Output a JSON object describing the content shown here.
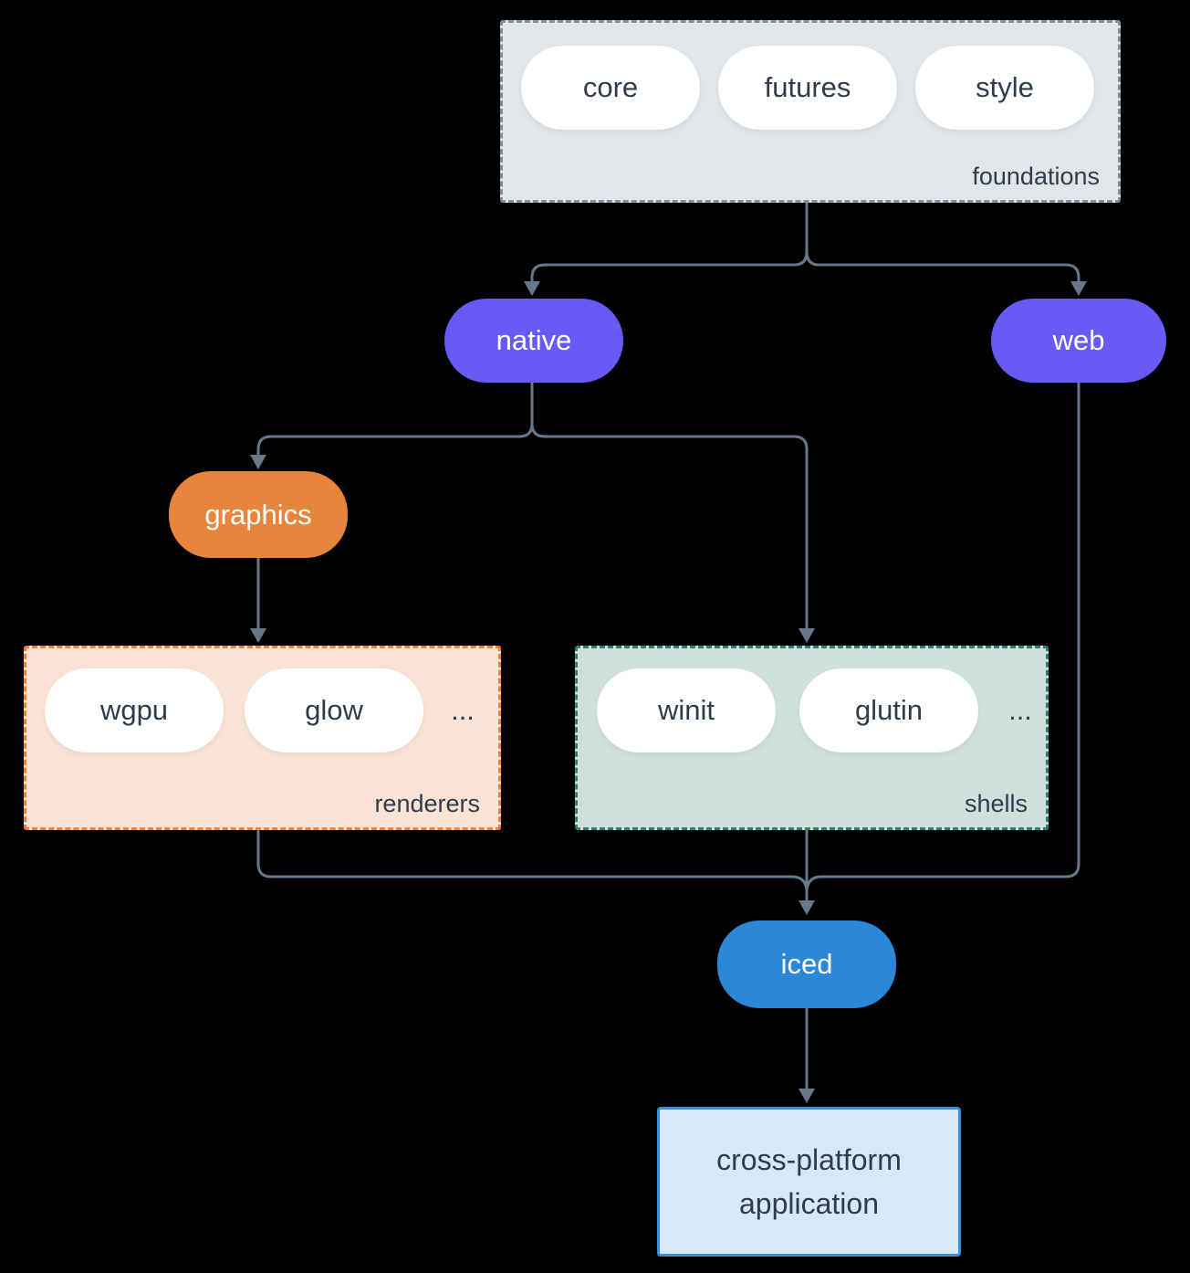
{
  "groups": {
    "foundations": {
      "label": "foundations",
      "items": [
        "core",
        "futures",
        "style"
      ]
    },
    "renderers": {
      "label": "renderers",
      "items": [
        "wgpu",
        "glow"
      ],
      "ellipsis": "..."
    },
    "shells": {
      "label": "shells",
      "items": [
        "winit",
        "glutin"
      ],
      "ellipsis": "..."
    }
  },
  "nodes": {
    "native": {
      "label": "native"
    },
    "web": {
      "label": "web"
    },
    "graphics": {
      "label": "graphics"
    },
    "iced": {
      "label": "iced"
    },
    "application": {
      "label": "cross-platform application"
    }
  },
  "colors": {
    "background": "#000000",
    "edge": "#66788a",
    "node_purple": "#695af5",
    "node_orange": "#e8853c",
    "node_blue": "#2b87d8",
    "pill_background": "#ffffff",
    "text_dark": "#2e3c4c",
    "foundations_bg": "#e2e6e9",
    "foundations_border": "#7e90a0",
    "renderers_bg": "#fae3d4",
    "renderers_border": "#e8833a",
    "shells_bg": "#d0e1db",
    "shells_border": "#2d8171",
    "application_bg": "#d7e9f8",
    "application_border": "#3b8ed6"
  }
}
